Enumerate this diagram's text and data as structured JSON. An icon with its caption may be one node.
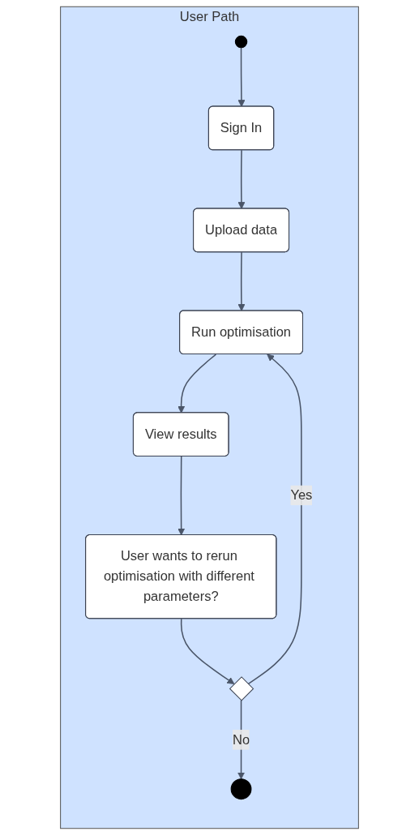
{
  "diagram": {
    "nodes": [
      {
        "text": [
          "User Path"
        ]
      },
      {
        "text": [],
        "shape": "circle",
        "in": 0
      },
      {
        "text": [
          "Sign In"
        ],
        "in": 0
      },
      {
        "text": [
          "Upload data"
        ],
        "in": 0
      },
      {
        "text": [
          "Run optimisation"
        ],
        "in": 0
      },
      {
        "text": [
          "View results"
        ],
        "in": 0
      },
      {
        "text": [
          "User wants to rerun optimisation with different parameters?"
        ],
        "in": 0
      },
      {
        "text": [],
        "shape": "diamond",
        "in": 0
      },
      {
        "text": [],
        "shape": "circle",
        "in": 0
      }
    ],
    "edges": [
      {
        "from": 1,
        "to": 2,
        "arrow": "to"
      },
      {
        "from": 2,
        "to": 3,
        "arrow": "to"
      },
      {
        "from": 3,
        "to": 4,
        "arrow": "to"
      },
      {
        "from": 4,
        "to": 5,
        "arrow": "to"
      },
      {
        "from": 5,
        "to": 6,
        "arrow": "to"
      },
      {
        "from": 6,
        "to": 7,
        "arrow": "to"
      },
      {
        "from": 7,
        "to": 4,
        "arrow": "to",
        "label": "Yes"
      },
      {
        "from": 7,
        "to": 8,
        "arrow": "to",
        "label": "No"
      }
    ]
  }
}
